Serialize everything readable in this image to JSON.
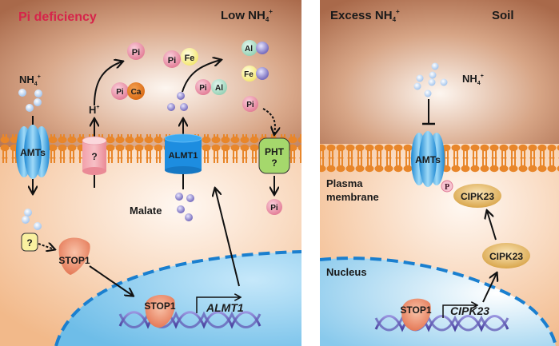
{
  "left_panel": {
    "title": "Pi deficiency",
    "condition": "Low NH",
    "condition_sub": "4",
    "condition_sup": "+",
    "soil_ions": {
      "nh4_label": "NH",
      "nh4_sub": "4",
      "nh4_sup": "+",
      "h_label": "H",
      "h_sup": "+",
      "pi": "Pi",
      "pi_ca": [
        "Pi",
        "Ca"
      ],
      "pi_fe": [
        "Pi",
        "Fe"
      ],
      "pi_al": [
        "Pi",
        "Al"
      ],
      "al_malate": "Al",
      "fe_malate": "Fe",
      "pi_free": "Pi"
    },
    "transporters": {
      "amts": "AMTs",
      "unknown_proton": "?",
      "almt1": "ALMT1",
      "pht_line1": "PHT",
      "pht_line2": "?"
    },
    "cytoplasm": {
      "malate": "Malate",
      "unknown_sensor": "?",
      "stop1": "STOP1",
      "pi_in": "Pi"
    },
    "nucleus": {
      "stop1": "STOP1",
      "gene": "ALMT1"
    }
  },
  "right_panel": {
    "condition": "Excess NH",
    "condition_sub": "4",
    "condition_sup": "+",
    "soil_label": "Soil",
    "nh4_label": "NH",
    "nh4_sub": "4",
    "nh4_sup": "+",
    "amts": "AMTs",
    "phospho": "P",
    "membrane_label_1": "Plasma",
    "membrane_label_2": "membrane",
    "cipk23_membrane": "CIPK23",
    "cipk23_cytosol": "CIPK23",
    "nucleus_label": "Nucleus",
    "stop1": "STOP1",
    "gene": "CIPK23"
  },
  "colors": {
    "title_red": "#d6244a",
    "soil_brown": "#a86a48",
    "cytoplasm_peach": "#f6c9a0",
    "membrane_orange": "#e8862a",
    "nucleus_blue": "#8fcdf0",
    "amts_blue": "#3aa3e0",
    "almt1_blue": "#1d8de0",
    "pht_green": "#a5d86c",
    "pi_pink": "#e87e96",
    "fe_yellow": "#f8ee8a",
    "al_green": "#9fd8bf",
    "ca_orange": "#e27a1c",
    "malate_purple": "#8e86c8",
    "stop1_salmon": "#eb8a6a",
    "cipk23_gold": "#e0b45e"
  }
}
